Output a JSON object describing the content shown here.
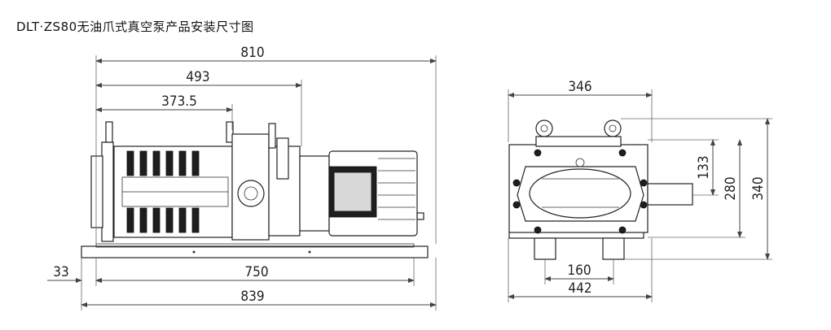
{
  "title": "DLT·ZS80无油爪式真空泵产品安装尺寸图",
  "side_view": {
    "dims": {
      "overall_top": "810",
      "mid": "493",
      "inner": "373.5",
      "left_offset": "33",
      "base": "750",
      "overall_bottom": "839"
    }
  },
  "end_view": {
    "dims": {
      "width_top": "346",
      "height_inlet": "133",
      "height_mid": "280",
      "height_total": "340",
      "foot_spacing": "160",
      "width_bottom": "442"
    }
  }
}
